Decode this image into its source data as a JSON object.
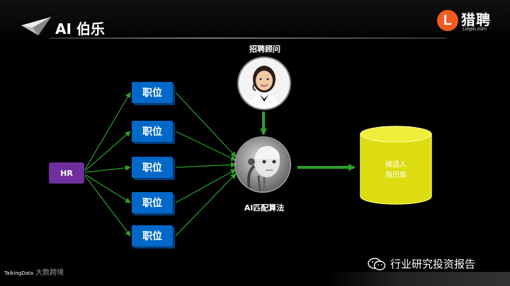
{
  "header": {
    "title": "AI 伯乐",
    "brand_letter": "L",
    "brand_name": "猎聘",
    "brand_sub": "Liepin.com"
  },
  "diagram": {
    "hr_label": "HR",
    "jobs": [
      "职位",
      "职位",
      "职位",
      "职位",
      "职位"
    ],
    "consultant_label": "招聘顾问",
    "algorithm_label": "AI匹配算法",
    "database_label_line1": "候选人",
    "database_label_line2": "简历库"
  },
  "footer": {
    "left_tag": "TalkingData",
    "left_text": "大数跨境",
    "right_text": "行业研究投资报告"
  },
  "colors": {
    "hr": "#6f2f9c",
    "job": "#0068c8",
    "arrow": "#2ca02c",
    "database": "#e8e81e"
  }
}
